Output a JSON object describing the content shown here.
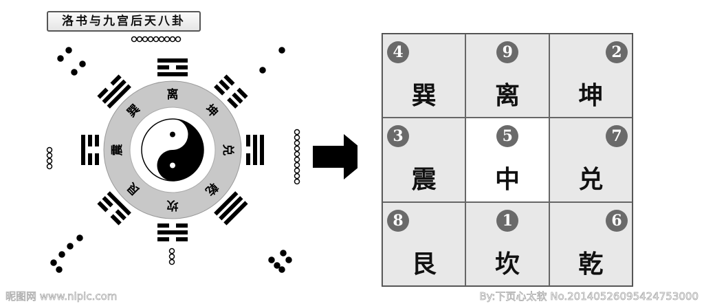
{
  "title": "洛书与九宫后天八卦",
  "compass": {
    "ring_labels": [
      {
        "label": "离",
        "angle": 0
      },
      {
        "label": "坤",
        "angle": 45
      },
      {
        "label": "兑",
        "angle": 90
      },
      {
        "label": "乾",
        "angle": 135
      },
      {
        "label": "坎",
        "angle": 180
      },
      {
        "label": "艮",
        "angle": 225
      },
      {
        "label": "震",
        "angle": 270
      },
      {
        "label": "巽",
        "angle": 315
      }
    ],
    "trigrams": [
      {
        "name": "li",
        "lines": "101",
        "angle": 0
      },
      {
        "name": "kun",
        "lines": "000",
        "angle": 45
      },
      {
        "name": "dui",
        "lines": "011",
        "angle": 90
      },
      {
        "name": "qian",
        "lines": "111",
        "angle": 135
      },
      {
        "name": "kan",
        "lines": "010",
        "angle": 180
      },
      {
        "name": "gen",
        "lines": "100",
        "angle": 225
      },
      {
        "name": "zhen",
        "lines": "001",
        "angle": 270
      },
      {
        "name": "xun",
        "lines": "110",
        "angle": 315
      }
    ]
  },
  "grid": [
    {
      "number": "4",
      "gua": "巽"
    },
    {
      "number": "9",
      "gua": "离"
    },
    {
      "number": "2",
      "gua": "坤"
    },
    {
      "number": "3",
      "gua": "震"
    },
    {
      "number": "5",
      "gua": "中"
    },
    {
      "number": "7",
      "gua": "兑"
    },
    {
      "number": "8",
      "gua": "艮"
    },
    {
      "number": "1",
      "gua": "坎"
    },
    {
      "number": "6",
      "gua": "乾"
    }
  ],
  "watermark": {
    "left": "昵图网 www.nipic.com",
    "right": "By:下页心太软 No.20140526095424753000"
  }
}
